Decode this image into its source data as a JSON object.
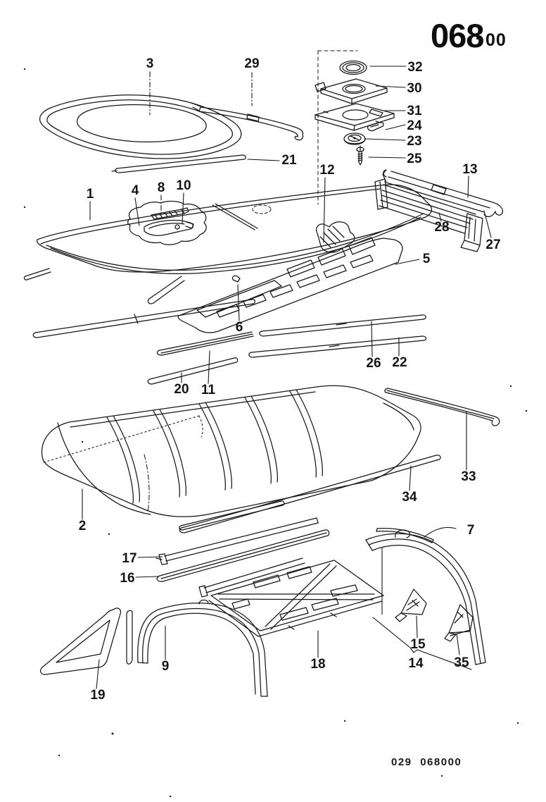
{
  "page": {
    "section_code": "068",
    "section_separator": "-",
    "section_subcode": "00",
    "footer_code": "029 068000"
  },
  "callouts": [
    "1",
    "2",
    "3",
    "4",
    "5",
    "6",
    "7",
    "8",
    "9",
    "10",
    "11",
    "12",
    "13",
    "14",
    "15",
    "16",
    "17",
    "18",
    "19",
    "20",
    "21",
    "22",
    "23",
    "24",
    "25",
    "26",
    "27",
    "28",
    "29",
    "30",
    "31",
    "32",
    "33",
    "34",
    "35"
  ]
}
